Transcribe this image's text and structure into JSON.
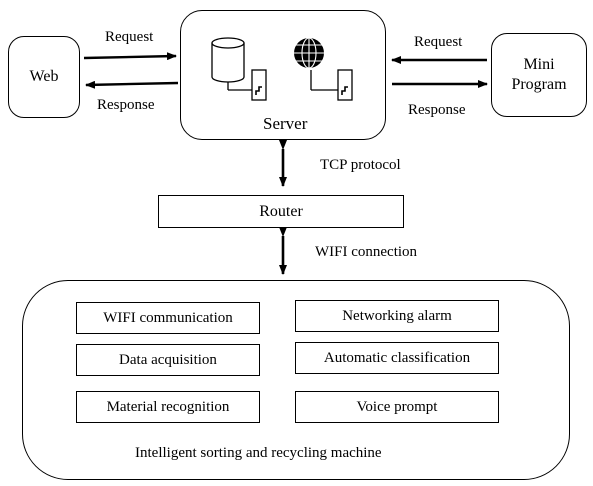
{
  "nodes": {
    "web": "Web",
    "mini_program_line1": "Mini",
    "mini_program_line2": "Program",
    "server": "Server",
    "router": "Router",
    "machine": "Intelligent sorting and recycling machine"
  },
  "edges": {
    "web_request": "Request",
    "web_response": "Response",
    "mini_request": "Request",
    "mini_response": "Response",
    "tcp": "TCP protocol",
    "wifi": "WIFI connection"
  },
  "modules": {
    "wifi_communication": "WIFI communication",
    "networking_alarm": "Networking alarm",
    "data_acquisition": "Data acquisition",
    "automatic_classification": "Automatic classification",
    "material_recognition": "Material recognition",
    "voice_prompt": "Voice prompt"
  },
  "icons": [
    "database-icon",
    "globe-icon"
  ]
}
